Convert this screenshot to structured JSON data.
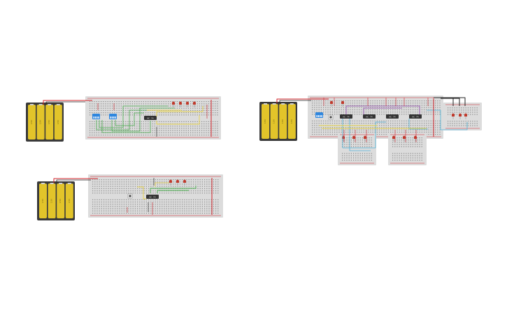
{
  "workspace": {
    "background": "#ffffff",
    "circuits": [
      {
        "id": "circuit-1",
        "battery": {
          "cells": [
            "1.5V",
            "1.5V",
            "1.5V",
            "1.5V"
          ]
        },
        "ic_chips": [
          {
            "label": "HC 74"
          }
        ],
        "dip_switches": 2,
        "leds": 4
      },
      {
        "id": "circuit-2",
        "battery": {
          "cells": [
            "1.5V",
            "1.5V",
            "1.5V",
            "1.5V"
          ]
        },
        "ic_chips": [
          {
            "label": "HC 74"
          }
        ],
        "dip_switches": 0,
        "leds": 3
      },
      {
        "id": "circuit-3",
        "battery": {
          "cells": [
            "1.5V",
            "1.5V",
            "1.5V",
            "1.5V"
          ]
        },
        "ic_chips": [
          {
            "label": "HC 74"
          },
          {
            "label": "HC 74"
          },
          {
            "label": "HC 74"
          },
          {
            "label": "HC 74"
          }
        ],
        "dip_switches": 1,
        "leds": 12
      }
    ],
    "colors": {
      "breadboard": "#dcdcdc",
      "battery_yellow": "#e2c42a",
      "battery_case": "#3a3a3a",
      "wire_red": "#d2232a",
      "wire_black": "#222222",
      "wire_green": "#4caf50",
      "wire_yellow": "#e8d34a",
      "wire_blue": "#4fb3d9",
      "wire_purple": "#8e44ad",
      "led_red": "#c0392b",
      "switch_blue": "#2e86de",
      "chip": "#333333"
    }
  }
}
